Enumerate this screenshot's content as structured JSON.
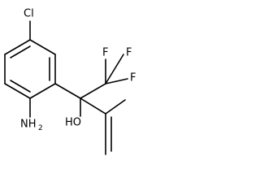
{
  "molecule": {
    "atoms": {
      "cl": "Cl",
      "f_top_left": "F",
      "f_top_right": "F",
      "f_right": "F",
      "nh2_main": "NH",
      "nh2_sub": "2",
      "ho": "HO"
    }
  },
  "colors": {
    "bond": "#000000",
    "label": "#000000",
    "background": "#ffffff"
  }
}
